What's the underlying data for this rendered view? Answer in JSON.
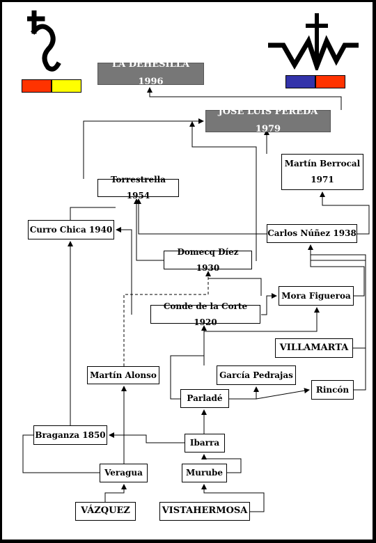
{
  "colors": {
    "left_flag": [
      "#ff3300",
      "#ffff00"
    ],
    "right_flag": [
      "#3333aa",
      "#ff3300"
    ],
    "highlight_box": "#777777"
  },
  "icons": {
    "left_brand": "saturn-symbol-brand-icon",
    "right_brand": "cross-on-wave-brand-icon"
  },
  "nodes": {
    "la_dehesilla": "LA DEHESILLA 1996",
    "jose_luis_pereda": "JOSÉ LUIS PEREDA 1979",
    "martin_berrocal": "Martín Berrocal\n1971",
    "torrestrella": "Torrestrella 1954",
    "curro_chica": "Curro Chica 1940",
    "carlos_nunez": "Carlos Núñez 1938",
    "domecq_diez": "Domecq Díez 1930",
    "mora_figueroa": "Mora Figueroa",
    "conde_de_la_corte": "Conde de la Corte 1920",
    "villamarta": "VILLAMARTA",
    "martin_alonso": "Martín Alonso",
    "garcia_pedrajas": "García Pedrajas",
    "parlade": "Parladé",
    "rincon": "Rincón",
    "braganza": "Braganza 1850",
    "ibarra": "Ibarra",
    "veragua": "Veragua",
    "murube": "Murube",
    "vazquez": "VÁZQUEZ",
    "vistahermosa": "VISTAHERMOSA"
  }
}
